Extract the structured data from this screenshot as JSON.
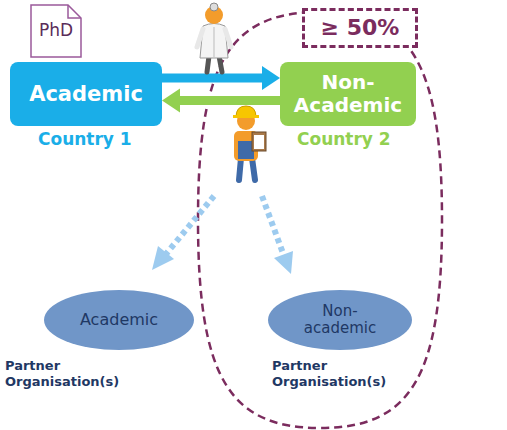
{
  "diagram": {
    "nodes": [
      {
        "text": [
          "PhD"
        ]
      },
      {
        "text": [
          "≥ 50%"
        ]
      },
      {
        "text": [
          "Academic",
          "Country 1"
        ]
      },
      {
        "text": [
          "Non- Academic",
          "Country 2"
        ]
      },
      {
        "text": [
          "Academic",
          "Partner Organisation(s)"
        ]
      },
      {
        "text": [
          "Non- academic",
          "Partner Organisation(s)"
        ]
      }
    ],
    "edges": [
      {
        "from": 2,
        "to": 3,
        "arrow": "to"
      },
      {
        "from": 3,
        "to": 2,
        "arrow": "to"
      }
    ]
  }
}
